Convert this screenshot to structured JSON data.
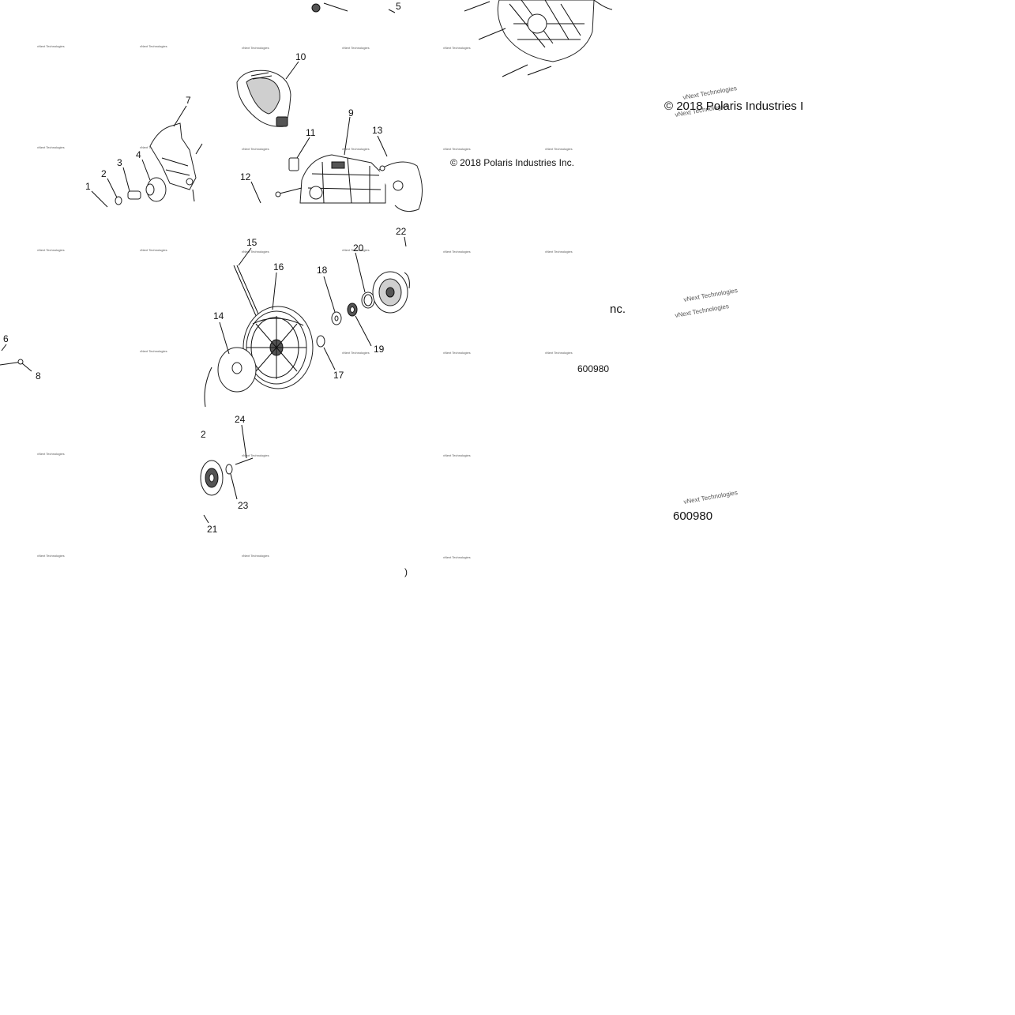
{
  "callouts": [
    "1",
    "2",
    "3",
    "4",
    "5",
    "6",
    "7",
    "8",
    "9",
    "10",
    "11",
    "12",
    "13",
    "14",
    "15",
    "16",
    "17",
    "18",
    "19",
    "20",
    "21",
    "22",
    "23",
    "24"
  ],
  "fragments": {
    "left_edge_2": "2",
    "right_edge_0": ")"
  },
  "copyright": {
    "small": "© 2018 Polaris Industries Inc.",
    "large_truncated": "© 2018 Polaris Industries I",
    "inc_fragment": "nc."
  },
  "part_numbers": {
    "small_truncated": "600980",
    "large": "600980"
  },
  "watermark": {
    "text": "vNext Technologies"
  }
}
